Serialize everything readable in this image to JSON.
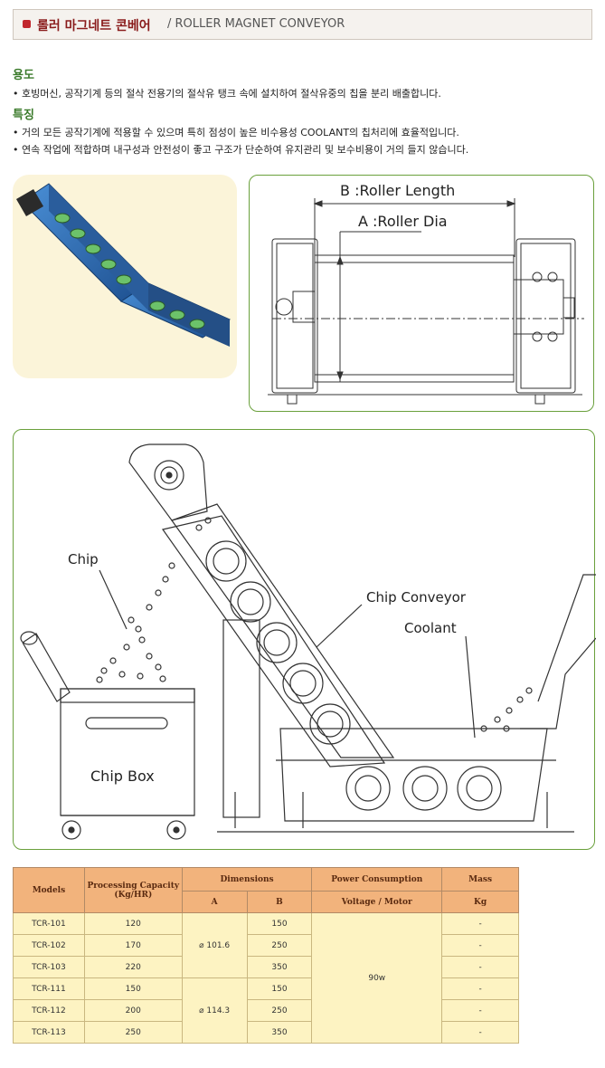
{
  "header": {
    "title_ko": "롤러 마그네트 콘베어",
    "title_en": "/ ROLLER MAGNET CONVEYOR"
  },
  "usage": {
    "title": "용도",
    "lines": [
      "• 호빙머신, 공작기계 등의 절삭 전용기의 절삭유 탱크 속에 설치하여 절삭유중의 칩을 분리 배출합니다."
    ]
  },
  "features": {
    "title": "특징",
    "lines": [
      "• 거의 모든 공작기계에 적용할 수 있으며 특히 점성이 높은 비수용성 COOLANT의 칩처리에 효율적입니다.",
      "• 연속 작업에 적합하며 내구성과 안전성이 좋고 구조가 단순하여 유지관리 및 보수비용이 거의 들지 않습니다."
    ]
  },
  "drawing_top": {
    "label_b": "B :Roller Length",
    "label_a": "A :Roller Dia"
  },
  "drawing_main": {
    "chip": "Chip",
    "chip_conveyor": "Chip Conveyor",
    "coolant": "Coolant",
    "chip_box": "Chip Box"
  },
  "table": {
    "headers": {
      "models": "Models",
      "capacity": "Processing Capacity (Kg/HR)",
      "dimensions": "Dimensions",
      "dim_a": "A",
      "dim_b": "B",
      "power": "Power Consumption",
      "power_sub": "Voltage / Motor",
      "mass": "Mass",
      "mass_sub": "Kg"
    },
    "rows": [
      {
        "model": "TCR-101",
        "capacity": "120",
        "b": "150",
        "mass": "-"
      },
      {
        "model": "TCR-102",
        "capacity": "170",
        "b": "250",
        "mass": "-"
      },
      {
        "model": "TCR-103",
        "capacity": "220",
        "b": "350",
        "mass": "-"
      },
      {
        "model": "TCR-111",
        "capacity": "150",
        "b": "150",
        "mass": "-"
      },
      {
        "model": "TCR-112",
        "capacity": "200",
        "b": "250",
        "mass": "-"
      },
      {
        "model": "TCR-113",
        "capacity": "250",
        "b": "350",
        "mass": "-"
      }
    ],
    "dim_a_group1": "⌀ 101.6",
    "dim_a_group2": "⌀ 114.3",
    "power_value": "90w"
  }
}
